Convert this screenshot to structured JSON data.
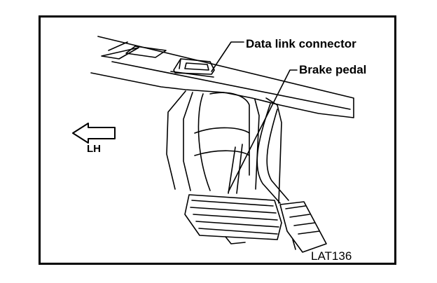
{
  "labels": {
    "data_link_connector": "Data link connector",
    "brake_pedal": "Brake pedal",
    "direction": "LH",
    "figure_code": "LAT136"
  },
  "colors": {
    "ink": "#000000",
    "paper": "#ffffff"
  }
}
